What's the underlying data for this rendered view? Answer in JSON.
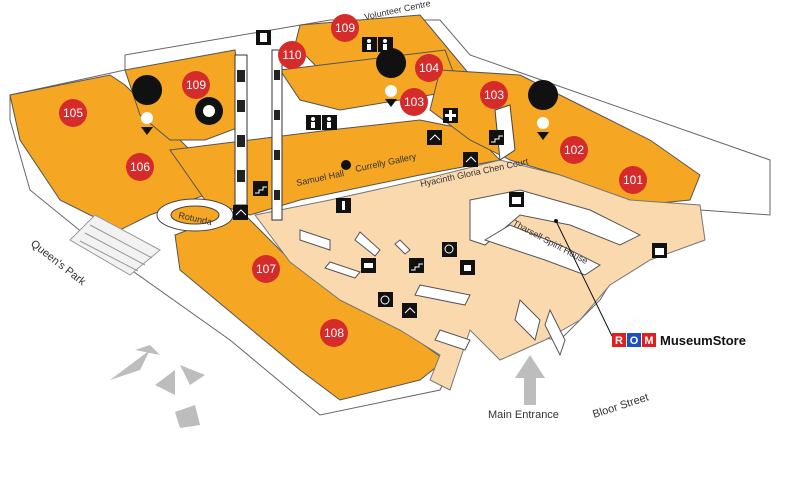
{
  "rooms": [
    {
      "id": "r101",
      "number": "101"
    },
    {
      "id": "r102",
      "number": "102"
    },
    {
      "id": "r103a",
      "number": "103"
    },
    {
      "id": "r103b",
      "number": "103"
    },
    {
      "id": "r104",
      "number": "104"
    },
    {
      "id": "r105",
      "number": "105"
    },
    {
      "id": "r106",
      "number": "106"
    },
    {
      "id": "r107",
      "number": "107"
    },
    {
      "id": "r108",
      "number": "108"
    },
    {
      "id": "r109a",
      "number": "109"
    },
    {
      "id": "r109b",
      "number": "109"
    },
    {
      "id": "r110",
      "number": "110"
    }
  ],
  "labels": {
    "volunteer_centre": "Volunteer Centre",
    "samuel_hall": "Samuel Hall",
    "currelly_gallery": "Currelly Gallery",
    "hyacinth_court": "Hyacinth Gloria Chen Court",
    "rotunda": "Rotunda",
    "spirit_house": "Tharsell Spirit House",
    "queens_park": "Queen's Park",
    "main_entrance": "Main Entrance",
    "bloor_street": "Bloor Street"
  },
  "store": {
    "logo_letters": [
      "R",
      "O",
      "M"
    ],
    "name": "MuseumStore"
  },
  "colors": {
    "gallery_orange": "#f5a623",
    "court_beige": "#fad9ae",
    "room_badge_red": "#d62b2b",
    "outline": "#555555",
    "compass_grey": "#b5b5b5",
    "logo_red": "#e02020",
    "logo_blue": "#1e4fc1"
  },
  "icons": [
    "elevator",
    "restroom",
    "washroom",
    "totem",
    "stairs",
    "accessible",
    "coat-check",
    "gift",
    "info",
    "tickets",
    "first-aid",
    "family",
    "coffee"
  ]
}
